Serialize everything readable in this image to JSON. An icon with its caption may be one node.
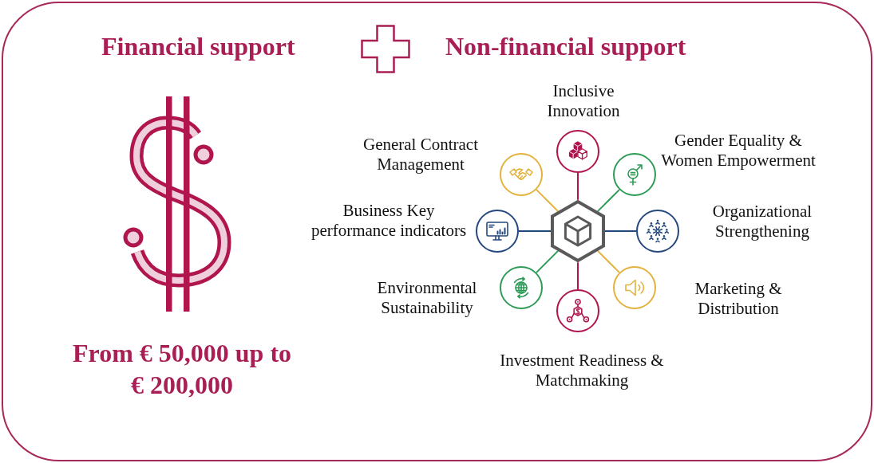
{
  "diagram": {
    "nodes": [
      {
        "text": [],
        "shape": "hexagon"
      },
      {
        "text": [],
        "shape": "circle",
        "beside": [
          "Inclusive Innovation"
        ]
      },
      {
        "text": [],
        "shape": "circle",
        "beside": [
          "Gender Equality & Women Empowerment"
        ]
      },
      {
        "text": [],
        "shape": "circle",
        "beside": [
          "Organizational Strengthening"
        ]
      },
      {
        "text": [],
        "shape": "circle",
        "beside": [
          "Marketing & Distribution"
        ]
      },
      {
        "text": [],
        "shape": "circle",
        "beside": [
          "Investment Readiness & Matchmaking"
        ]
      },
      {
        "text": [],
        "shape": "circle",
        "beside": [
          "Environmental Sustainability"
        ]
      },
      {
        "text": [],
        "shape": "circle",
        "beside": [
          "Business Key performance indicators"
        ]
      },
      {
        "text": [],
        "shape": "circle",
        "beside": [
          "General Contract Management"
        ]
      }
    ],
    "edges": [
      {
        "from": 0,
        "to": 1,
        "arrow": "none",
        "color": "#b0144e"
      },
      {
        "from": 0,
        "to": 2,
        "arrow": "none",
        "color": "#2e9b57"
      },
      {
        "from": 0,
        "to": 3,
        "arrow": "none",
        "color": "#24477e"
      },
      {
        "from": 0,
        "to": 4,
        "arrow": "none",
        "color": "#e2b23c"
      },
      {
        "from": 0,
        "to": 5,
        "arrow": "none",
        "color": "#b0144e"
      },
      {
        "from": 0,
        "to": 6,
        "arrow": "none",
        "color": "#2e9b57"
      },
      {
        "from": 0,
        "to": 7,
        "arrow": "none",
        "color": "#24477e"
      },
      {
        "from": 0,
        "to": 8,
        "arrow": "none",
        "color": "#e2b23c"
      }
    ],
    "labels": [
      "Financial support",
      "Non-financial support",
      "From € 50,000 up to € 200,000"
    ]
  }
}
